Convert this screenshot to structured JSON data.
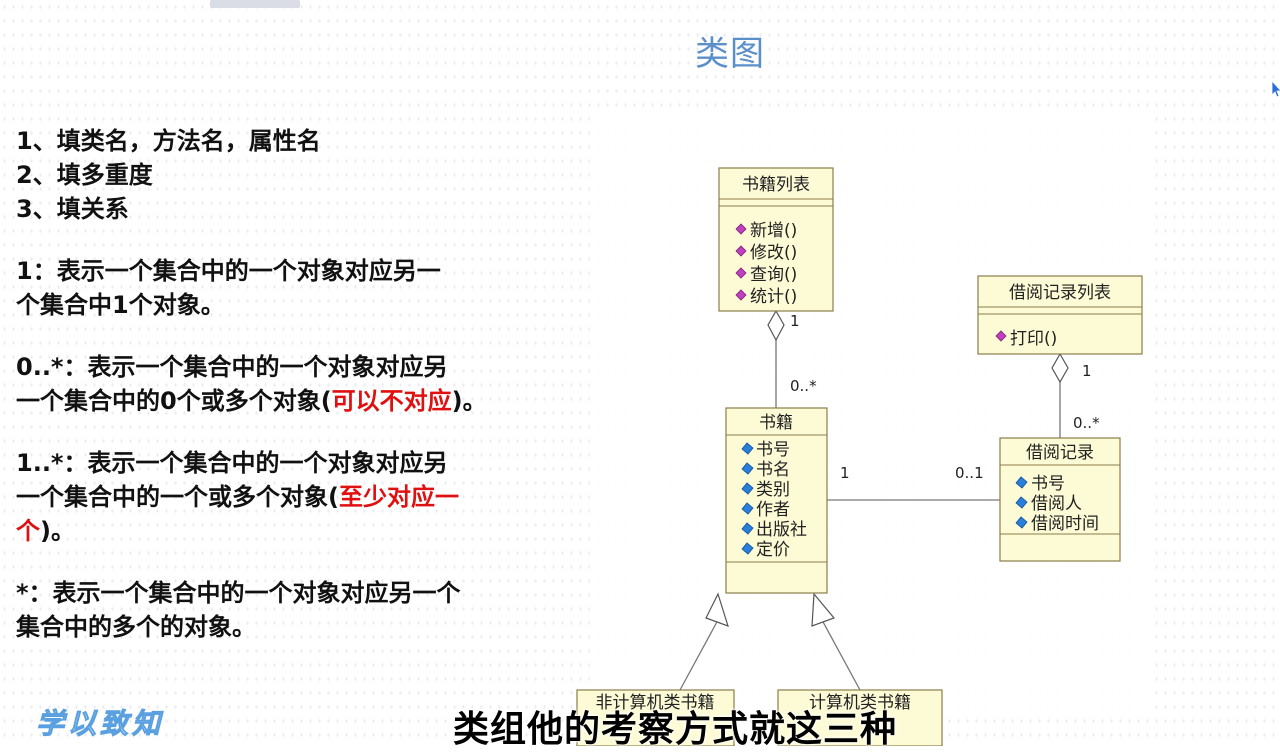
{
  "title": "类图",
  "notes": [
    "1、填类名，方法名，属性名",
    "2、填多重度",
    "3、填关系",
    "1：表示一个集合中的一个对象对应另一",
    "个集合中1个对象。",
    "0..*：表示一个集合中的一个对象对应另",
    "一个集合中的0个或多个对象(",
    "可以不对应",
    ")。",
    "1..*：表示一个集合中的一个对象对应另",
    "一个集合中的一个或多个对象(",
    "至少对应一",
    "个",
    ")。",
    "*：表示一个集合中的一个对象对应另一个",
    "集合中的多个的对象。"
  ],
  "diagram": {
    "classes": {
      "book_list": {
        "name": "书籍列表",
        "methods": [
          "新增()",
          "修改()",
          "查询()",
          "统计()"
        ]
      },
      "borrow_list": {
        "name": "借阅记录列表",
        "methods": [
          "打印()"
        ]
      },
      "book": {
        "name": "书籍",
        "attributes": [
          "书号",
          "书名",
          "类别",
          "作者",
          "出版社",
          "定价"
        ]
      },
      "borrow": {
        "name": "借阅记录",
        "attributes": [
          "书号",
          "借阅人",
          "借阅时间"
        ]
      },
      "noncomputer": {
        "name": "非计算机类书籍"
      },
      "computer": {
        "name": "计算机类书籍"
      }
    },
    "multiplicities": {
      "booklist_end": "1",
      "book_top": "0..*",
      "borrowlist_end": "1",
      "borrow_top": "0..*",
      "book_assoc": "1",
      "borrow_assoc": "0..1"
    },
    "colors": {
      "class_fill": "#fdfbd6",
      "class_border": "#8b7d4a",
      "method_icon": "#c040c0",
      "attr_icon": "#2a7fd8"
    }
  },
  "subtitle": "类组他的考察方式就这三种",
  "logo": "学以致知"
}
